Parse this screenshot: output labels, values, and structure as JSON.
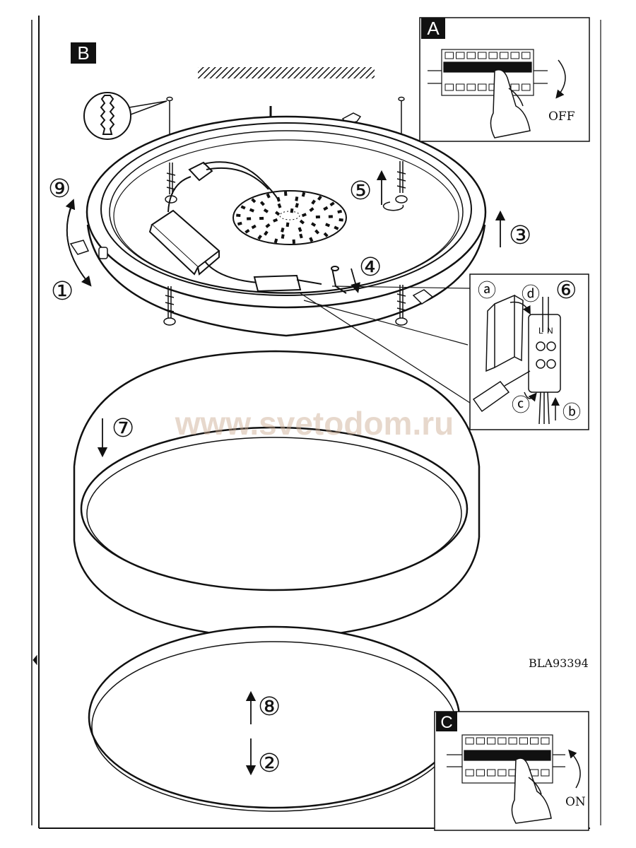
{
  "panels": {
    "A": {
      "letter": "A",
      "switch_label": "OFF"
    },
    "B": {
      "letter": "B"
    },
    "C": {
      "letter": "C",
      "switch_label": "ON"
    }
  },
  "steps": {
    "s1": "①",
    "s2": "②",
    "s3": "③",
    "s4": "④",
    "s5": "⑤",
    "s6": "⑥",
    "s7": "⑦",
    "s8": "⑧",
    "s9": "⑨"
  },
  "substeps": {
    "a": "ⓐ",
    "b": "ⓑ",
    "c": "ⓒ",
    "d": "ⓓ"
  },
  "terminal": {
    "l": "L",
    "n": "N"
  },
  "model_code": "BLA93394",
  "watermark": "www.svetodom.ru"
}
